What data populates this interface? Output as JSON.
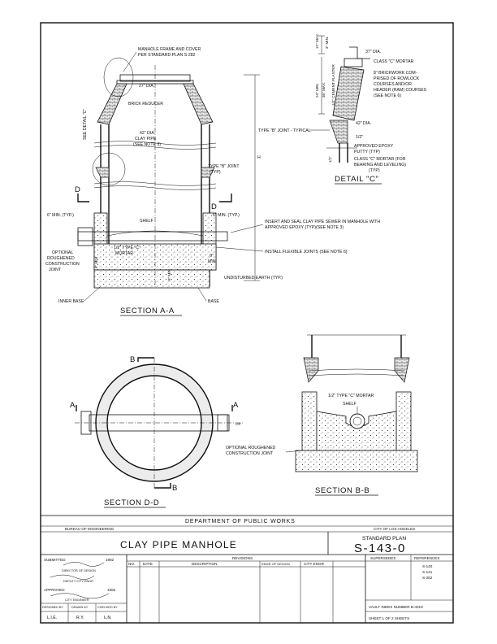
{
  "title_block": {
    "department": "DEPARTMENT  OF  PUBLIC  WORKS",
    "bureau": "BUREAU OF ENGINEERING",
    "city": "CITY OF LOS ANGELES",
    "drawing_title": "CLAY PIPE MANHOLE",
    "standard_plan_label": "STANDARD PLAN",
    "plan_number": "S-143-0",
    "revisions_label": "REVISIONS",
    "supersedes_label": "SUPERSEDES",
    "references_label": "REFERENCES",
    "references": [
      "S-140",
      "S-141",
      "S-282"
    ],
    "rev_columns": [
      "NO.",
      "DATE",
      "DESCRIPTION",
      "ENGR OF DESIGN",
      "CITY ENGR"
    ],
    "submitted": "SUBMITTED",
    "submitted_date": "1982",
    "director": "DIRECTOR OF DESIGN",
    "deputy": "DEPUTY CITY ENGR",
    "approved": "APPROVED",
    "approved_date": "1982",
    "city_engineer": "CITY ENGINEER",
    "designed_by": "DESIGNED BY",
    "drawn_by": "DRAWN BY",
    "checked_by": "CHECKED BY",
    "designed_initials": "L.I.E.",
    "drawn_initials": "R.Y.",
    "checked_initials": "L.N.",
    "vault": "VAULT INDEX NUMBER B-4019",
    "sheet": "SHEET  1  OF  2  SHEETS"
  },
  "section_aa": {
    "title": "SECTION A-A",
    "labels": {
      "frame_cover": "MANHOLE FRAME AND COVER",
      "frame_cover_2": "PER STANDARD PLAN S-282",
      "dia_27": "27\" DIA.",
      "brick_reducer": "BRICK REDUCER",
      "dia_42": "42\" DIA.",
      "clay_pipe": "CLAY PIPE",
      "see_note": "(SEE NOTE 3)",
      "type_b_joint": "TYPE \"B\" JOINT",
      "typ": "(TYP)",
      "see_detail": "SEE DETAIL \"C\"",
      "min6_left": "6\" MIN. (TYP.)",
      "min6_right": "6\" MIN. (TYP.)",
      "shelf": "SHELF",
      "insert_seal": "INSERT AND SEAL CLAY PIPE SEWER IN MANHOLE WITH",
      "insert_seal_2": "APPROVED EPOXY (TYP)(SEE NOTE 3)",
      "optional": "OPTIONAL",
      "roughened": "ROUGHENED",
      "construction": "CONSTRUCTION",
      "joint": "JOINT",
      "type_c_mortar": "1/2\" TYPE \"C\"",
      "mortar": "MORTAR",
      "install_flex": "INSTALL FLEXIBLE JOINTS (SEE NOTE 6)",
      "min6": "6\"",
      "min": "MIN",
      "undisturbed": "UNDISTURBED EARTH (TYP.)",
      "inner_base": "INNER BASE",
      "base": "BASE",
      "h": "H",
      "d": "D",
      "min_6_vertical": "6\" MIN",
      "min_8_vertical": "8\" MIN"
    }
  },
  "detail_c": {
    "title": "DETAIL \"C\"",
    "labels": {
      "dia_37": "37\" DIA.",
      "class_c_mortar": "CLASS \"C\" MORTAR",
      "brickwork": "8\" BRICKWORK COM-",
      "brickwork_2": "PRISED OF ROWLOCK",
      "brickwork_3": "COURSES AND/OR",
      "brickwork_4": "HEADER (RAM) COURSES",
      "brickwork_5": "(SEE NOTE 6)",
      "max_12": "12\" MAX.",
      "min_3": "3\" MIN.",
      "min_24": "24\" MIN.",
      "max_36": "36\" MAX.",
      "cement_plaster": "1/2\" CEMENT PLASTER",
      "dia_42": "42\" DIA.",
      "type_b_typical": "TYPE \"B\" JOINT - TYPICAL",
      "half": "1/2\"",
      "epoxy": "APPROVED EPOXY",
      "putty": "PUTTY (TYP)",
      "class_c_2": "CLASS \"C\" MORTAR (FOR",
      "bearing": "BEARING AND LEVELING)",
      "typ": "(TYP)",
      "half_v": "1/2\""
    }
  },
  "section_dd": {
    "title": "SECTION D-D",
    "labels": {
      "a_left": "A",
      "a_right": "A",
      "b_top": "B",
      "b_bottom": "B",
      "op": "OP"
    }
  },
  "section_bb": {
    "title": "SECTION B-B",
    "labels": {
      "type_c": "1/2\" TYPE \"C\" MORTAR",
      "shelf": "SHELF",
      "optional": "OPTIONAL ROUGHENED",
      "construction": "CONSTRUCTION JOINT"
    }
  }
}
